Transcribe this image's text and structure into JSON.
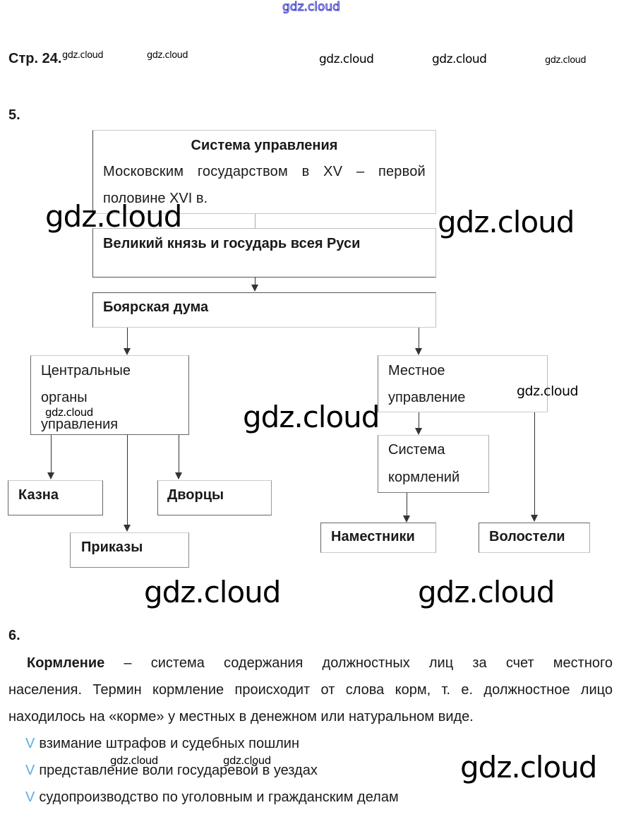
{
  "watermarks": {
    "top": "gdz.cloud",
    "text": "gdz.cloud"
  },
  "page_header": "Стр. 24.",
  "task5": {
    "number": "5.",
    "diagram": {
      "root": {
        "title": "Система управления",
        "line1": "Московским государством в XV – первой",
        "line2": "половине XVI в."
      },
      "ruler": "Великий князь и государь всея Руси",
      "duma": "Боярская дума",
      "central": {
        "line1": "Центральные",
        "line2": "органы",
        "line3": "управления"
      },
      "local": {
        "line1": "Местное",
        "line2": "управление"
      },
      "kazna": "Казна",
      "prikazy": "Приказы",
      "dvortsy": "Дворцы",
      "kormlenie_system": {
        "line1": "Система",
        "line2": "кормлений"
      },
      "namestniki": "Наместники",
      "volosteli": "Волостели"
    }
  },
  "task6": {
    "number": "6.",
    "term": "Кормление",
    "definition_line1": " – система содержания должностных лиц за счет местного",
    "definition_line2": "населения. Термин кормление происходит от слова корм, т. е. должностное лицо",
    "definition_line3": "находилось на «корме» у местных в денежном или натуральном виде.",
    "bullet_symbol": "V",
    "bullet_color": "#5aaee0",
    "bullets": [
      "взимание штрафов и судебных пошлин",
      "представление воли государевой в уездах",
      "судопроизводство по уголовным и гражданским делам"
    ]
  }
}
